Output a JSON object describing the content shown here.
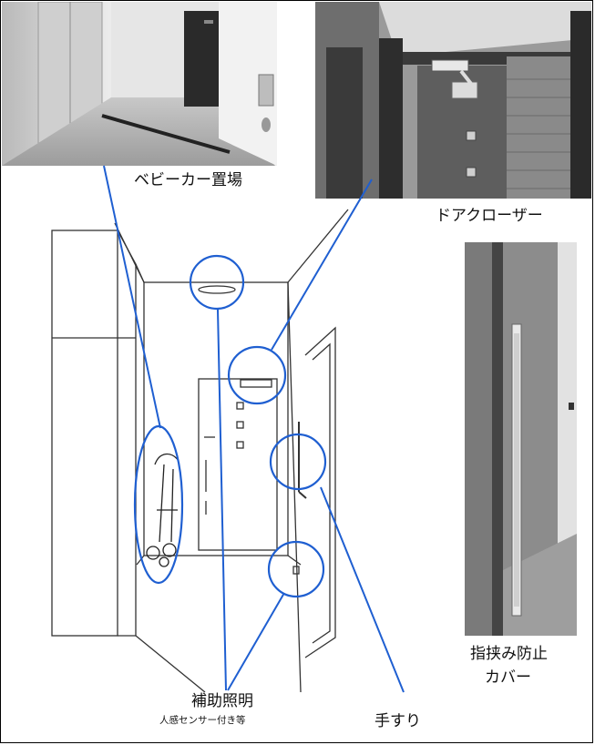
{
  "labels": {
    "stroller_area": "ベビーカー置場",
    "door_closer": "ドアクローザー",
    "finger_guard_line1": "指挟み防止",
    "finger_guard_line2": "カバー",
    "aux_light": "補助照明",
    "aux_light_sub": "人感センサー付き等",
    "handrail": "手すり"
  },
  "colors": {
    "callout": "#1f5fd1",
    "line_art": "#333333",
    "photo_dark": "#2a2a2a"
  }
}
